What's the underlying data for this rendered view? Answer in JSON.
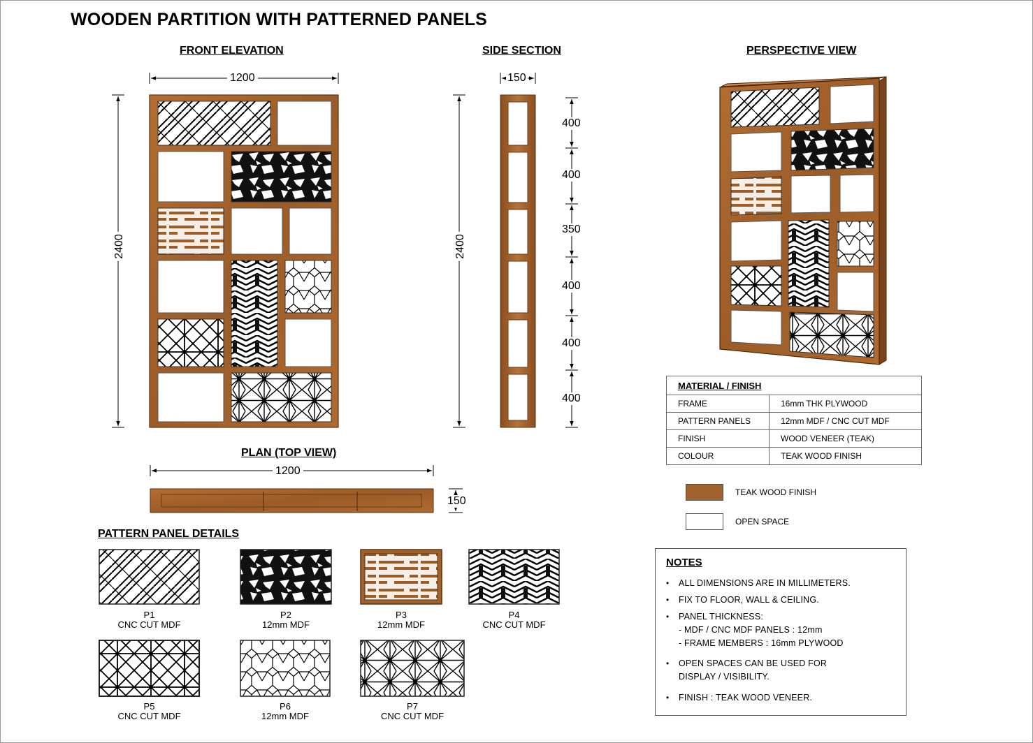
{
  "title": "WOODEN PARTITION WITH PATTERNED PANELS",
  "views": {
    "front": "FRONT ELEVATION",
    "side": "SIDE SECTION",
    "perspective": "PERSPECTIVE VIEW",
    "plan": "PLAN (TOP VIEW)",
    "details": "PATTERN PANEL DETAILS"
  },
  "dimensions": {
    "front_width": "1200",
    "front_height": "2400",
    "side_depth": "150",
    "side_height": "2400",
    "side_segments": [
      "400",
      "400",
      "350",
      "400",
      "400",
      "400"
    ],
    "plan_width": "1200",
    "plan_depth": "150"
  },
  "panels": [
    {
      "code": "P1",
      "spec": "CNC CUT MDF"
    },
    {
      "code": "P2",
      "spec": "12mm MDF"
    },
    {
      "code": "P3",
      "spec": "12mm MDF"
    },
    {
      "code": "P4",
      "spec": "CNC CUT MDF"
    },
    {
      "code": "P5",
      "spec": "CNC CUT MDF"
    },
    {
      "code": "P6",
      "spec": "12mm MDF"
    },
    {
      "code": "P7",
      "spec": "CNC CUT MDF"
    }
  ],
  "material_table": {
    "header": "MATERIAL / FINISH",
    "rows": [
      {
        "item": "FRAME",
        "value": "16mm THK PLYWOOD"
      },
      {
        "item": "PATTERN PANELS",
        "value": "12mm MDF / CNC CUT MDF"
      },
      {
        "item": "FINISH",
        "value": "WOOD VENEER (TEAK)"
      },
      {
        "item": "COLOUR",
        "value": "TEAK WOOD FINISH"
      }
    ]
  },
  "legend": [
    {
      "label": "TEAK WOOD FINISH",
      "color": "#a0622c"
    },
    {
      "label": "OPEN SPACE",
      "color": "#ffffff"
    }
  ],
  "notes": {
    "heading": "NOTES",
    "items": [
      "ALL DIMENSIONS ARE IN MILLIMETERS.",
      "FIX TO FLOOR, WALL & CEILING.",
      "PANEL THICKNESS:",
      "- MDF / CNC MDF PANELS :  12mm",
      "- FRAME MEMBERS  :   16mm PLYWOOD",
      "OPEN SPACES CAN BE USED FOR",
      "DISPLAY / VISIBILITY.",
      "FINISH :  TEAK WOOD VENEER."
    ]
  },
  "colors": {
    "wood": "#a0622c",
    "wood_dark": "#6b3a14",
    "wood_light": "#c07a3c"
  }
}
